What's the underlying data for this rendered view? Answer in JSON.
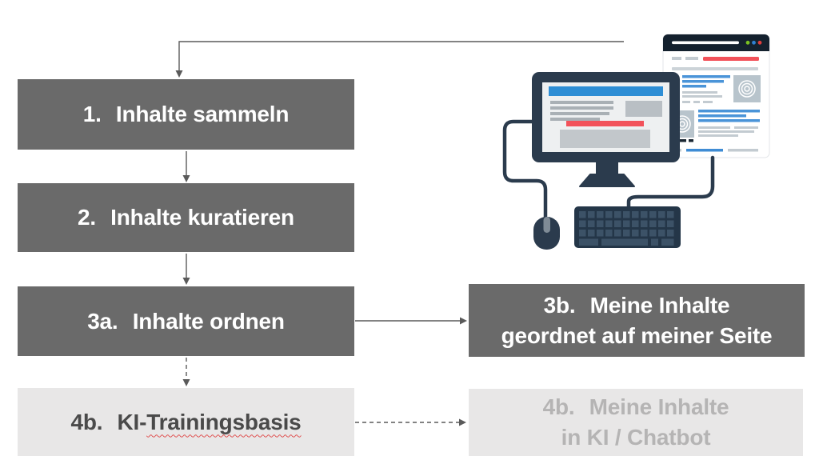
{
  "diagram": {
    "steps": {
      "step1": {
        "number": "1.",
        "label": "Inhalte sammeln"
      },
      "step2": {
        "number": "2.",
        "label": "Inhalte kuratieren"
      },
      "step3a": {
        "number": "3a.",
        "label": "Inhalte ordnen"
      },
      "step3b": {
        "number": "3b.",
        "line1": "Meine Inhalte",
        "line2": "geordnet auf meiner Seite"
      },
      "step4b_left": {
        "number": "4b.",
        "label_prefix": "KI-",
        "label_marked": "Trainingsbasis"
      },
      "step4b_right": {
        "number": "4b.",
        "line1": "Meine Inhalte",
        "line2": "in KI / Chatbot"
      }
    },
    "colors": {
      "dark_box": "#6a6a6a",
      "light_box": "#e8e7e7",
      "box_text_on_dark": "#ffffff",
      "box_text_on_light": "#4a4a4a",
      "box_text_muted": "#b5b4b4",
      "arrow": "#5a5a5a",
      "spellcheck_underline": "#e05252",
      "illustration_navy": "#2b3b4d",
      "illustration_blue": "#2e8ed5",
      "illustration_red": "#f2525a"
    },
    "icons": [
      "browser-window-icon",
      "monitor-icon",
      "keyboard-icon",
      "mouse-icon"
    ]
  }
}
